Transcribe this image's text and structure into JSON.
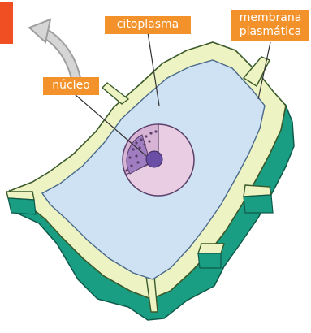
{
  "labels": {
    "cytoplasm": "citoplasma",
    "nucleus": "núcleo",
    "membrane_line1": "membrana",
    "membrane_line2": "plasmática"
  },
  "colors": {
    "label_bg": "#f3922a",
    "red_tab": "#f04e23",
    "cytoplasm": "#cfe2f3",
    "membrane_outer": "#f0f4c8",
    "membrane_green": "#1a9e83",
    "nucleus_fill": "#e6c9e0",
    "nucleus_inner": "#a07dc0",
    "nucleolus": "#6b4ea6",
    "arrow": "#b8b8b8"
  },
  "icons": {
    "arrow": "curved-arrow-icon"
  }
}
